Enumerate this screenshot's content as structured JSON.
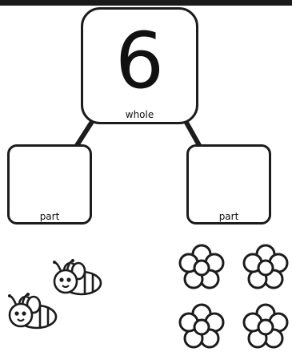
{
  "diagram": {
    "whole": {
      "number": "6",
      "label": "whole"
    },
    "parts": [
      {
        "label": "part",
        "value": ""
      },
      {
        "label": "part",
        "value": ""
      }
    ]
  },
  "pictures": {
    "bees": {
      "count": 2,
      "icon": "bee-icon"
    },
    "flowers": {
      "count": 4,
      "icon": "flower-icon"
    }
  },
  "colors": {
    "ink": "#1c1c1c",
    "paper": "#ffffff"
  }
}
